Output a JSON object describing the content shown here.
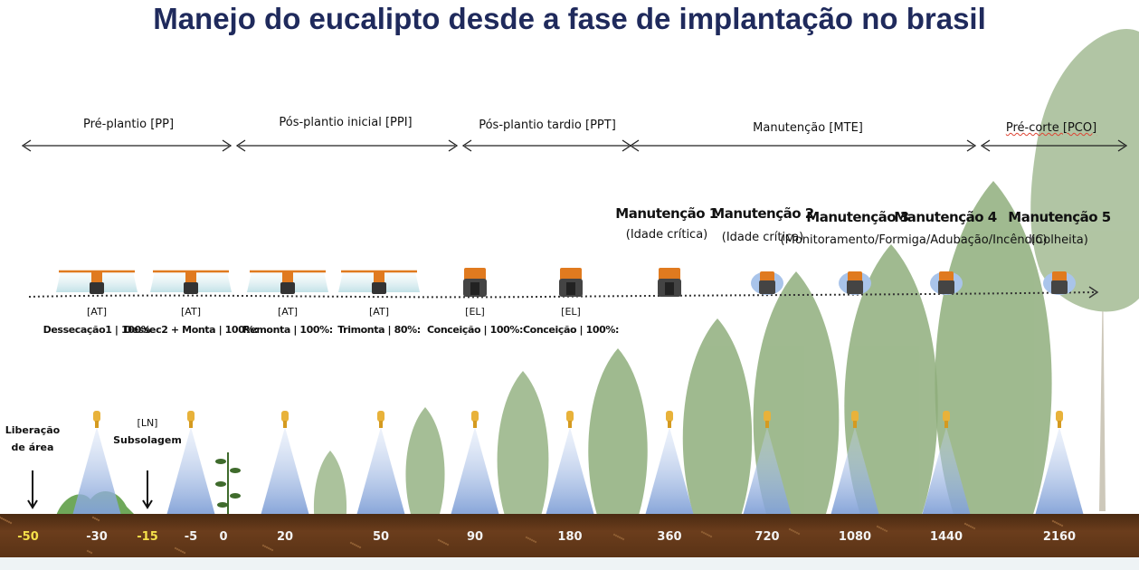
{
  "title": "Manejo do eucalipto desde a fase de implantação no brasil",
  "phases": [
    {
      "label": "Pré-plantio [PP]"
    },
    {
      "label": "Pós-plantio inicial [PPI]"
    },
    {
      "label": "Pós-plantio tardio [PPT]"
    },
    {
      "label": "Manutenção [MTE]"
    },
    {
      "label": "Pré-corte [PCO]"
    }
  ],
  "maintenance": [
    {
      "title": "Manutenção 1",
      "subtitle": "(Idade crítica)"
    },
    {
      "title": "Manutenção 2",
      "subtitle": "(Idade crítica)"
    },
    {
      "title": "Manutenção 3",
      "subtitle": "(Monitoramento/Formiga/Adubação/Incêndio)"
    },
    {
      "title": "Manutenção 4",
      "subtitle": ""
    },
    {
      "title": "Manutenção 5",
      "subtitle": "(Colheita)"
    }
  ],
  "operations": [
    {
      "code": "[AT]",
      "name": "Dessecação1 | 100%"
    },
    {
      "code": "[AT]",
      "name": "Dessec2 + Monta | 100%:"
    },
    {
      "code": "[AT]",
      "name": "Remonta | 100%:"
    },
    {
      "code": "[AT]",
      "name": "Trimonta | 80%:"
    },
    {
      "code": "[EL]",
      "name": "Conceição | 100%:"
    },
    {
      "code": "[EL]",
      "name": "Conceição | 100%:"
    }
  ],
  "notes": {
    "liberacao": "Liberação de área",
    "liberacao_l1": "Liberação",
    "liberacao_l2": "de área",
    "subsolagem_code": "[LN]",
    "subsolagem": "Subsolagem"
  },
  "days": [
    "-50",
    "-30",
    "-15",
    "-5",
    "0",
    "20",
    "50",
    "90",
    "180",
    "360",
    "720",
    "1080",
    "1440",
    "2160"
  ],
  "highlighted_days": [
    "-50",
    "-15"
  ],
  "colors": {
    "title": "#1f2a5c",
    "soil": "#6b3d1c",
    "tree": "#8fae7c",
    "spray": "#7f9fd6",
    "tractor": "#e07a1f",
    "highlight_day": "#f5e04a"
  },
  "icons": [
    "double-arrow-icon",
    "sprayer-tractor-icon",
    "tractor-icon",
    "drone-nozzle-icon",
    "tree-icon",
    "down-arrow-icon"
  ]
}
